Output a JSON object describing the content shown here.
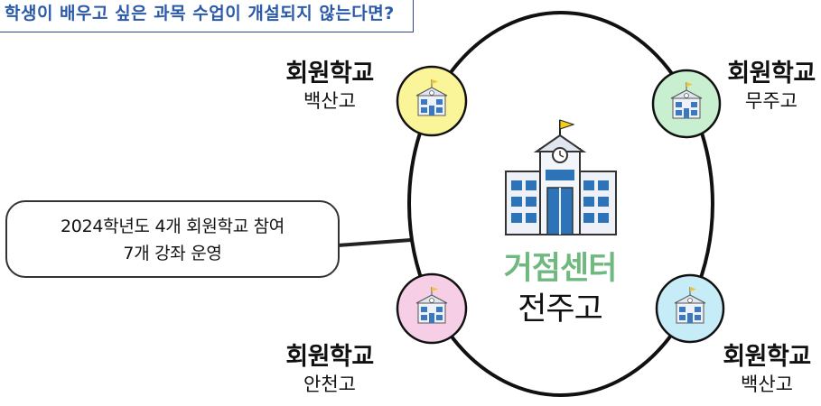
{
  "banner": {
    "text": "학생이 배우고 싶은 과목 수업이 개설되지 않는다면?"
  },
  "center": {
    "title": "거점센터",
    "school": "전주고",
    "title_color": "#6fb87f"
  },
  "member_schools": [
    {
      "title": "회원학교",
      "name": "백산고",
      "color": "#fbf59a"
    },
    {
      "title": "회원학교",
      "name": "무주고",
      "color": "#c8f0d0"
    },
    {
      "title": "회원학교",
      "name": "안천고",
      "color": "#f6cfe6"
    },
    {
      "title": "회원학교",
      "name": "백산고",
      "color": "#c6ecf8"
    }
  ],
  "callout": {
    "line1": "2024학년도 4개 회원학교 참여",
    "line2": "7개 강좌 운영"
  },
  "icons": {
    "school": "school-building-icon",
    "flag": "flag-icon"
  }
}
